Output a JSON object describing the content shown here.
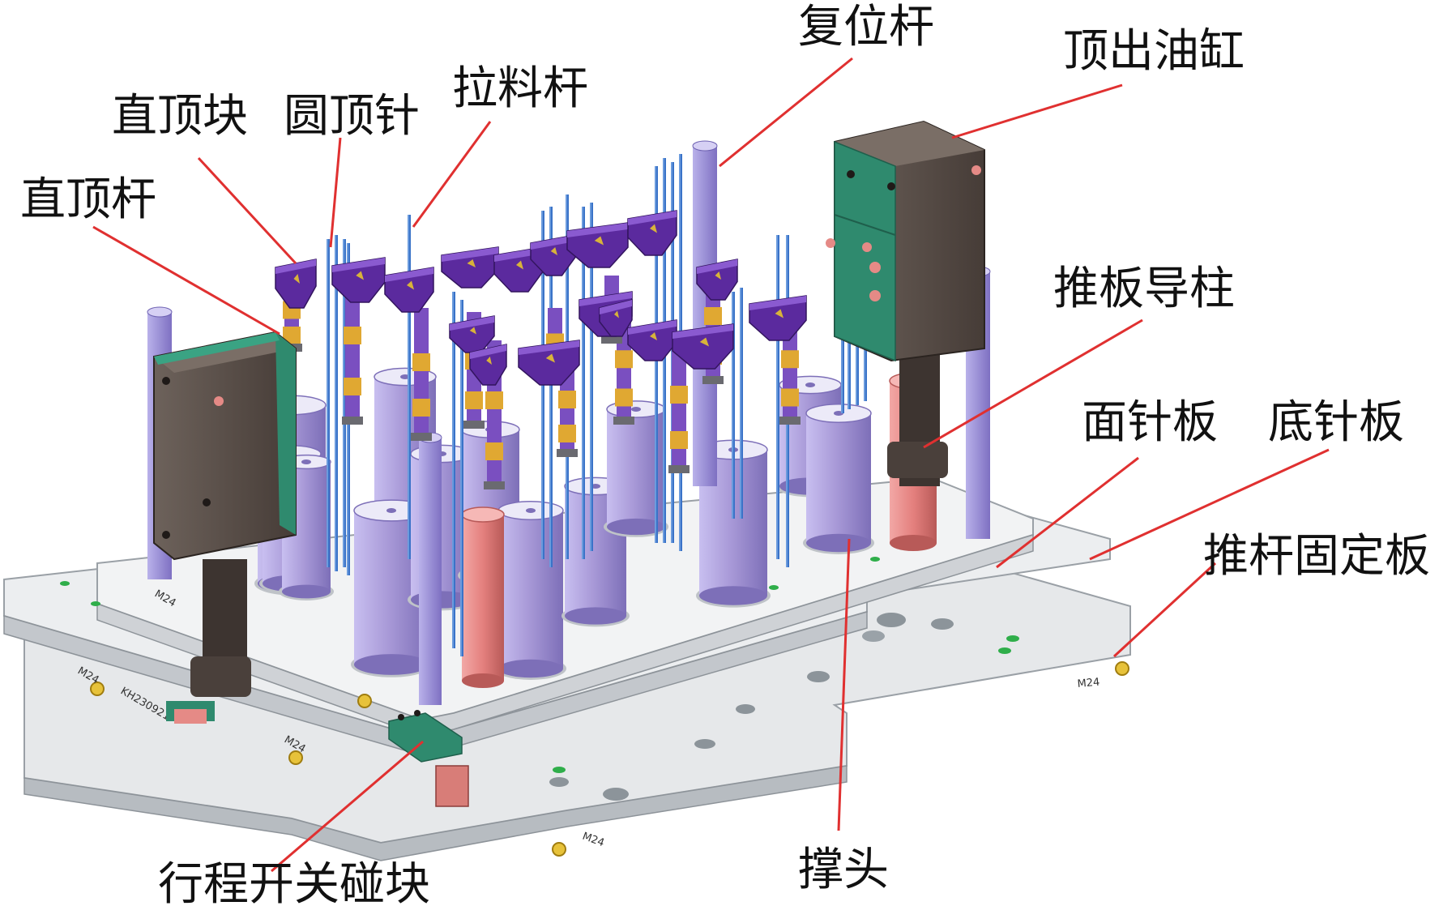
{
  "labels": {
    "zhiding_gan": "直顶杆",
    "zhiding_kuai": "直顶块",
    "yuan_dingzhen": "圆顶针",
    "laliao_gan": "拉料杆",
    "fuwei_gan": "复位杆",
    "dingchu_yougang": "顶出油缸",
    "tuiban_daozhu": "推板导柱",
    "mian_zhenban": "面针板",
    "di_zhenban": "底针板",
    "tuigan_gudingban": "推杆固定板",
    "chengtou": "撑头",
    "xingcheng_kaiguan_pengkuai": "行程开关碰块"
  },
  "plate_markings": {
    "thread": "M24",
    "code": "KH230921"
  },
  "colors": {
    "leader_line": "#e03030",
    "plate": "#e6e8ea",
    "plate_edge": "#9aa0a6",
    "support_pillar": "#a99ad8",
    "guide_pillar": "#e4807e",
    "insert_block": "#5b2a9e",
    "pin": "#3a73c8",
    "cylinder_body": "#5a4e48",
    "cylinder_cap": "#2f8a6e",
    "collar": "#e0a832"
  }
}
